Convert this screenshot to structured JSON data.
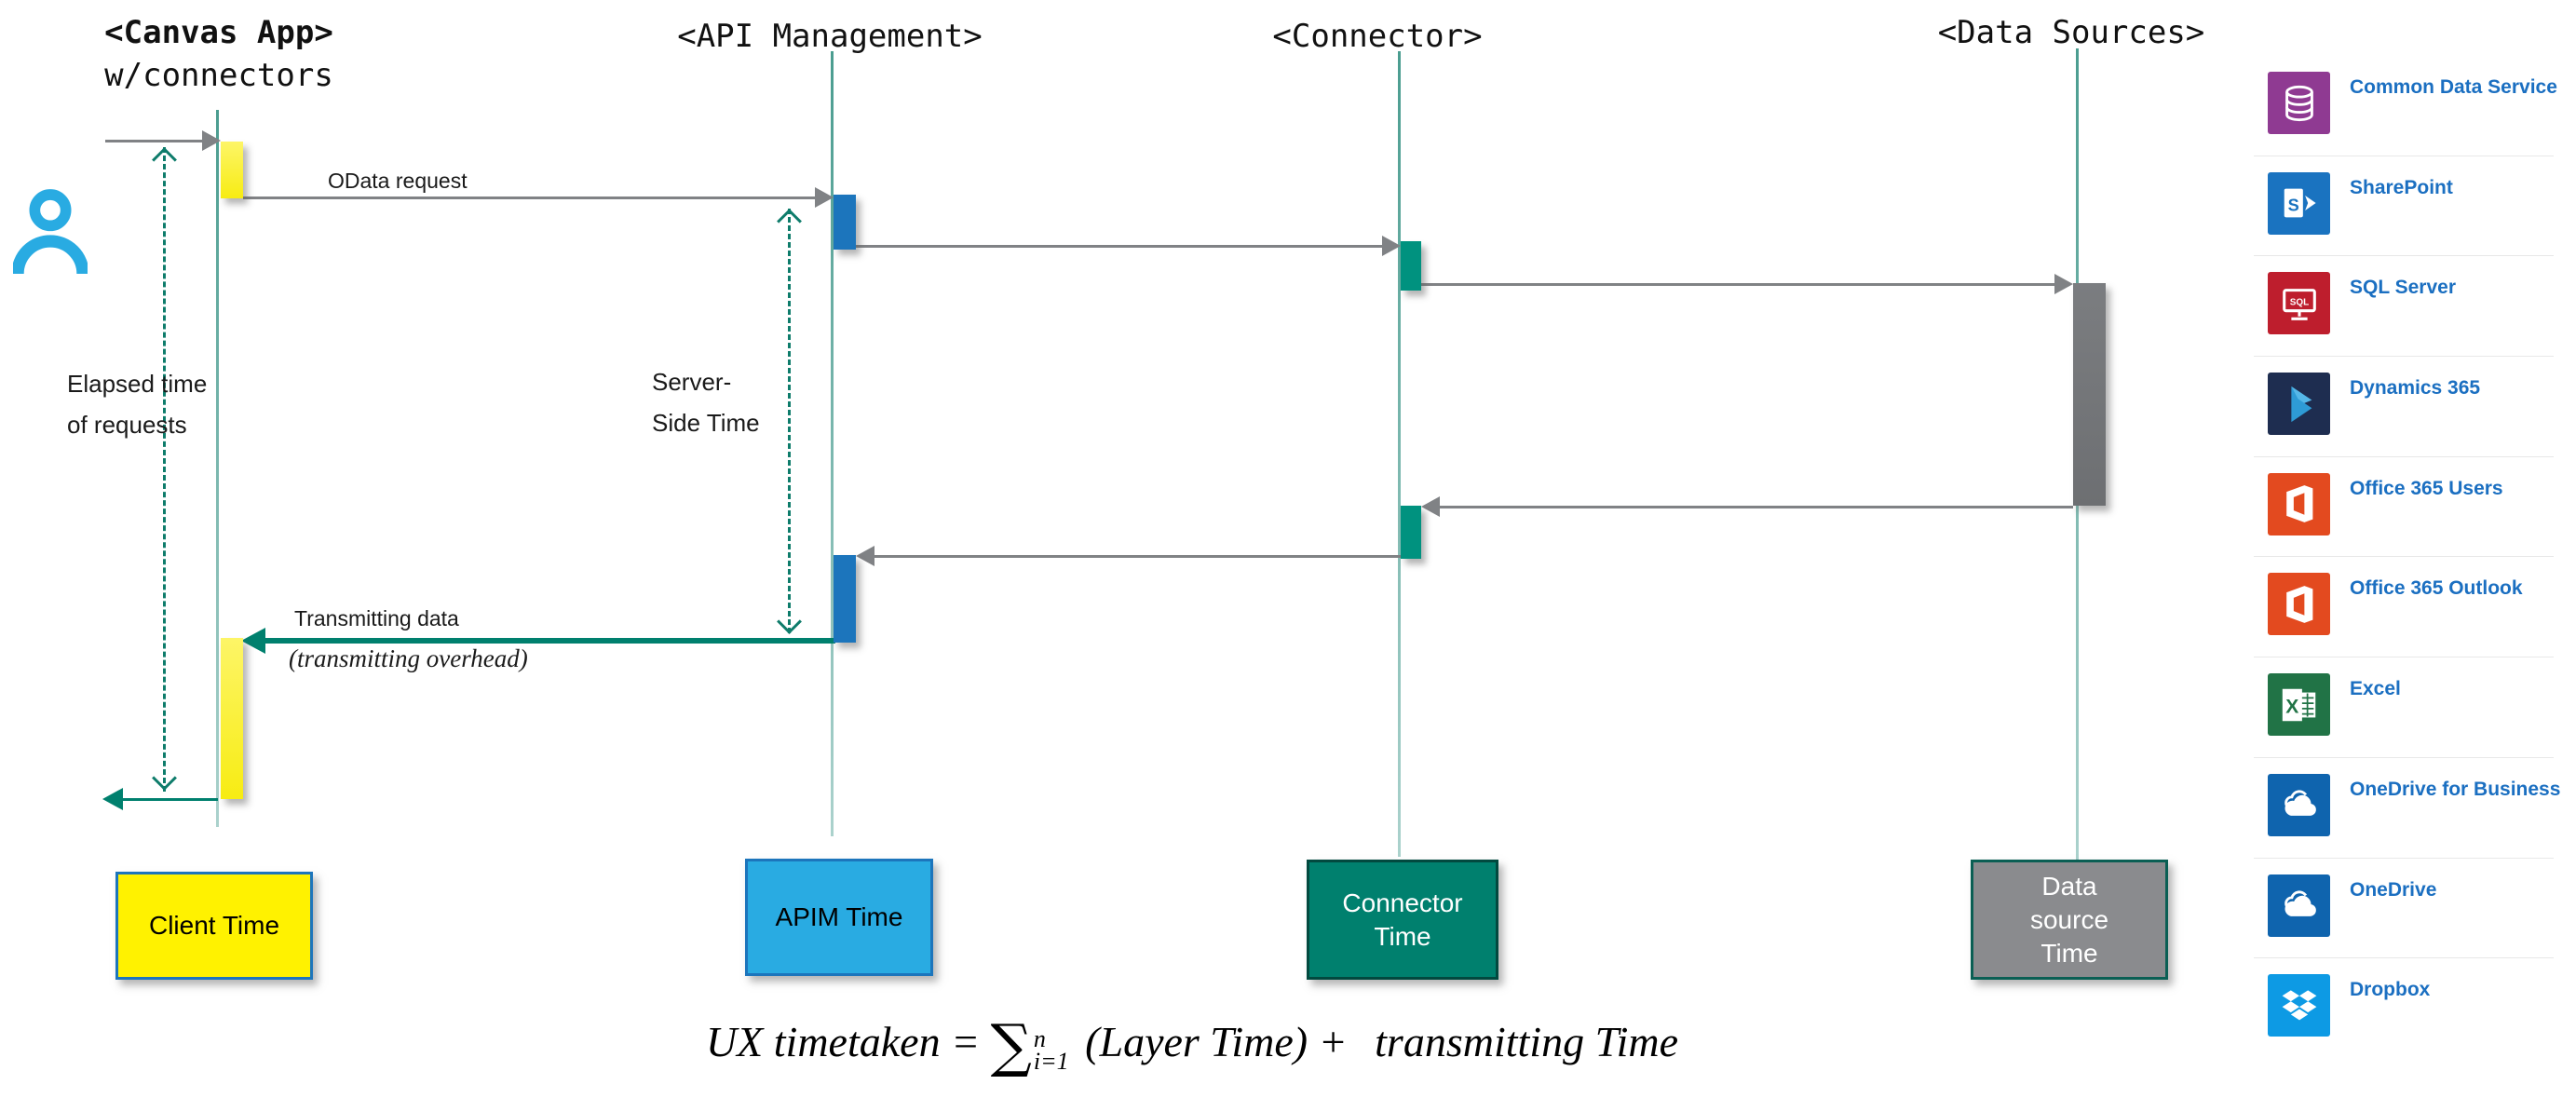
{
  "colors": {
    "client_yellow": "#F7EC13",
    "apim_blue": "#1C75BC",
    "apim_light_blue": "#29ABE2",
    "connector_teal": "#00927F",
    "teal_dark": "#00806E",
    "datasource_gray": "#6D6F72",
    "message_gray": "#808285",
    "lifeline_teal": "#8FC3BC",
    "dashed_teal": "#0E7C6B",
    "person_blue": "#29ABE2",
    "sidebar_label_blue": "#1B6FC1",
    "divider_gray": "#E8E8E8"
  },
  "diagram": {
    "actors": [
      {
        "id": "canvas-app",
        "name_1": "<Canvas App>",
        "name_2": "w/connectors"
      },
      {
        "id": "api-management",
        "name": "<API Management>"
      },
      {
        "id": "connector",
        "name": "<Connector>"
      },
      {
        "id": "data-sources",
        "name": "<Data Sources>"
      }
    ],
    "labels": {
      "odata": "OData request",
      "elapsed_1": "Elapsed time",
      "elapsed_2": "of requests",
      "server_1": "Server-",
      "server_2": "Side Time",
      "transmit": "Transmitting data",
      "overhead": "(transmitting overhead)"
    },
    "legend": [
      {
        "label": "Client Time",
        "fill": "#FFF200",
        "border": "#1C75BC",
        "text": "#000000"
      },
      {
        "label": "APIM Time",
        "fill": "#29ABE2",
        "border": "#1C75BC",
        "text": "#000000"
      },
      {
        "label": "Connector Time",
        "fill": "#00806E",
        "border": "#02493F",
        "text": "#FFFFFF"
      },
      {
        "label": "Data source Time",
        "fill": "#8A8B8E",
        "border": "#0A5F54",
        "text": "#FFFFFF"
      }
    ],
    "formula": {
      "lhs": "UX timetaken =",
      "sum": "∑",
      "sup": "n",
      "sub": "i=1",
      "mid": "(Layer Time) +",
      "tail": "transmitting Time"
    }
  },
  "sidebar": {
    "items": [
      {
        "id": "common-data-service",
        "label": "Common Data Service",
        "glyph": "database",
        "color": "#8F3A92"
      },
      {
        "id": "sharepoint",
        "label": "SharePoint",
        "glyph": "sharepoint",
        "color": "#1A73C0"
      },
      {
        "id": "sql-server",
        "label": "SQL Server",
        "glyph": "sqlserver",
        "color": "#BE1E2D"
      },
      {
        "id": "dynamics-365",
        "label": "Dynamics 365",
        "glyph": "dynamics",
        "color": "#1E2D50"
      },
      {
        "id": "office-365-users",
        "label": "Office 365 Users",
        "glyph": "office",
        "color": "#E34A1F"
      },
      {
        "id": "office-365-outlook",
        "label": "Office 365 Outlook",
        "glyph": "office",
        "color": "#E34A1F"
      },
      {
        "id": "excel",
        "label": "Excel",
        "glyph": "excel",
        "color": "#217346"
      },
      {
        "id": "onedrive-for-business",
        "label": "OneDrive for Business",
        "glyph": "onedrive",
        "color": "#0F64AE"
      },
      {
        "id": "onedrive",
        "label": "OneDrive",
        "glyph": "onedrive",
        "color": "#0F64AE"
      },
      {
        "id": "dropbox",
        "label": "Dropbox",
        "glyph": "dropbox",
        "color": "#0D9AE4"
      }
    ]
  }
}
